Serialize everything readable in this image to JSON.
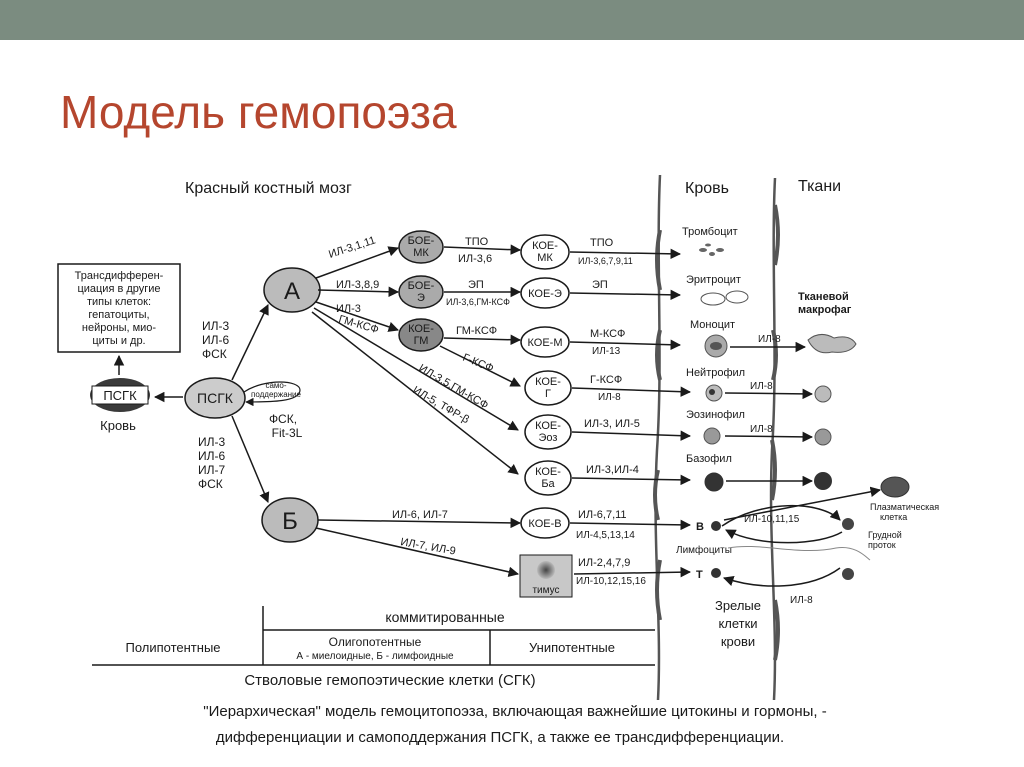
{
  "slide": {
    "title": "Модель гемопоэза"
  },
  "headers": {
    "marrow": "Красный костный мозг",
    "blood": "Кровь",
    "tissues": "Ткани"
  },
  "transdiff": [
    "Трансдифферен-",
    "циация в другие",
    "типы клеток:",
    "гепатоциты,",
    "нейроны, мио-",
    "циты и др."
  ],
  "left": {
    "psgk_blood": "ПСГК",
    "blood_label": "Кровь",
    "psgk_main": "ПСГК",
    "self_renew": [
      "само-",
      "поддержание"
    ],
    "fsk": "ФСК,",
    "fit": "Fit-3L",
    "upper_cyt": [
      "ИЛ-3",
      "ИЛ-6",
      "ФСК"
    ],
    "lower_cyt": [
      "ИЛ-3",
      "ИЛ-6",
      "ИЛ-7",
      "ФСК"
    ]
  },
  "nodes": {
    "A": "А",
    "B": "Б"
  },
  "shaded": {
    "boe_mk": [
      "БОЕ-",
      "МК"
    ],
    "boe_e": [
      "БОЕ-",
      "Э"
    ],
    "koe_gm": [
      "КОЕ-",
      "ГМ"
    ]
  },
  "koe": {
    "mk": [
      "КОЕ-",
      "МК"
    ],
    "e": "КОЕ-Э",
    "m": "КОЕ-М",
    "g": [
      "КОЕ-",
      "Г"
    ],
    "eoz": [
      "КОЕ-",
      "Эоз"
    ],
    "ba": [
      "КОЕ-",
      "Ба"
    ],
    "v": "КОЕ-В",
    "thymus": "тимус"
  },
  "cyto": {
    "a_mk": "ИЛ-3,1,11",
    "a_e": "ИЛ-3,8,9",
    "a_gm1": "ИЛ-3",
    "a_gm2": "ГМ-КСФ",
    "a_mid1": "ИЛ-3,5,ГМ-КСФ",
    "a_mid2": "ИЛ-5, ТФР-β",
    "boemk_top": "ТПО",
    "boemk_bot": "ИЛ-3,6",
    "boee_top": "ЭП",
    "boee_bot": "ИЛ-3,6,ГМ-КСФ",
    "gm_m": "ГМ-КСФ",
    "gm_g": "Г-КСФ",
    "mk_top": "ТПО",
    "mk_bot": "ИЛ-3,6,7,9,11",
    "e_top": "ЭП",
    "m_top": "М-КСФ",
    "m_bot": "ИЛ-13",
    "g_top": "Г-КСФ",
    "g_bot": "ИЛ-8",
    "eoz": "ИЛ-3, ИЛ-5",
    "ba": "ИЛ-3,ИЛ-4",
    "b_v": "ИЛ-6, ИЛ-7",
    "b_t": "ИЛ-7, ИЛ-9",
    "v_top": "ИЛ-6,7,11",
    "v_bot": "ИЛ-4,5,13,14",
    "t_top": "ИЛ-2,4,7,9",
    "t_bot": "ИЛ-10,12,15,16",
    "mono_t": "ИЛ-8",
    "neut_t": "ИЛ-8",
    "eoz_t": "ИЛ-8",
    "lym_t": "ИЛ-10,11,15",
    "lym_b": "ИЛ-8"
  },
  "cells": {
    "platelet": "Тромбоцит",
    "erythro": "Эритроцит",
    "mono": "Моноцит",
    "neut": "Нейтрофил",
    "eoz": "Эозинофил",
    "baso": "Базофил",
    "lymph": "Лимфоциты",
    "b": "В",
    "t": "Т",
    "macro": [
      "Тканевой",
      "макрофаг"
    ],
    "plasma": [
      "Плазматическая",
      "клетка"
    ],
    "duct": [
      "Грудной",
      "проток"
    ],
    "mature": [
      "Зрелые",
      "клетки",
      "крови"
    ]
  },
  "bottom": {
    "committed": "коммитированные",
    "poly": "Полипотентные",
    "oligo": "Олигопотентные",
    "oligo_sub": "А - миелоидные, Б - лимфоидные",
    "uni": "Унипотентные",
    "sgk": "Стволовые гемопоэтические клетки (СГК)",
    "caption1": "\"Иерархическая\" модель гемоцитопоэза, включающая важнейшие цитокины и гормоны, -",
    "caption2": "дифференциации и самоподдержания ПСГК, а также ее трансдифференциации."
  }
}
